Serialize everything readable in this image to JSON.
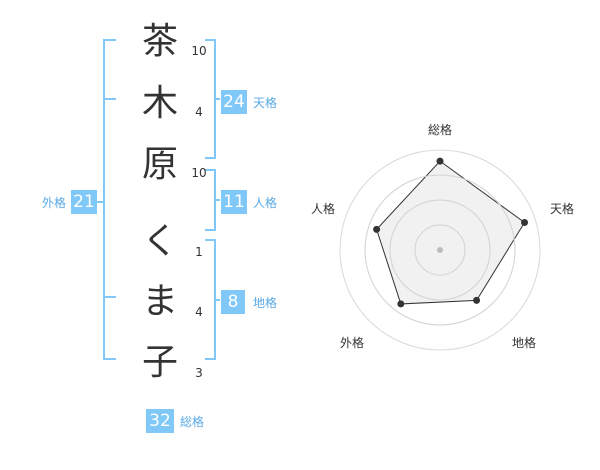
{
  "name_chars": [
    {
      "char": "茶",
      "strokes": "10"
    },
    {
      "char": "木",
      "strokes": "4"
    },
    {
      "char": "原",
      "strokes": "10"
    },
    {
      "char": "く",
      "strokes": "1"
    },
    {
      "char": "ま",
      "strokes": "4"
    },
    {
      "char": "子",
      "strokes": "3"
    }
  ],
  "fortunes": {
    "tenkaku": {
      "value": "24",
      "label": "天格"
    },
    "jinkaku": {
      "value": "11",
      "label": "人格"
    },
    "chikaku": {
      "value": "8",
      "label": "地格"
    },
    "gaikaku": {
      "value": "21",
      "label": "外格"
    },
    "soukaku": {
      "value": "32",
      "label": "総格"
    }
  },
  "colors": {
    "accent": "#7fc8f8",
    "text": "#333333",
    "label": "#5aa9e6",
    "radar_fill": "#f0f0f0",
    "radar_line": "#333333"
  },
  "chart_data": {
    "type": "radar",
    "axes": [
      "総格",
      "天格",
      "地格",
      "外格",
      "人格"
    ],
    "values": [
      4,
      4,
      2.8,
      3,
      3
    ],
    "rmax": 4.5,
    "rings": 4
  }
}
